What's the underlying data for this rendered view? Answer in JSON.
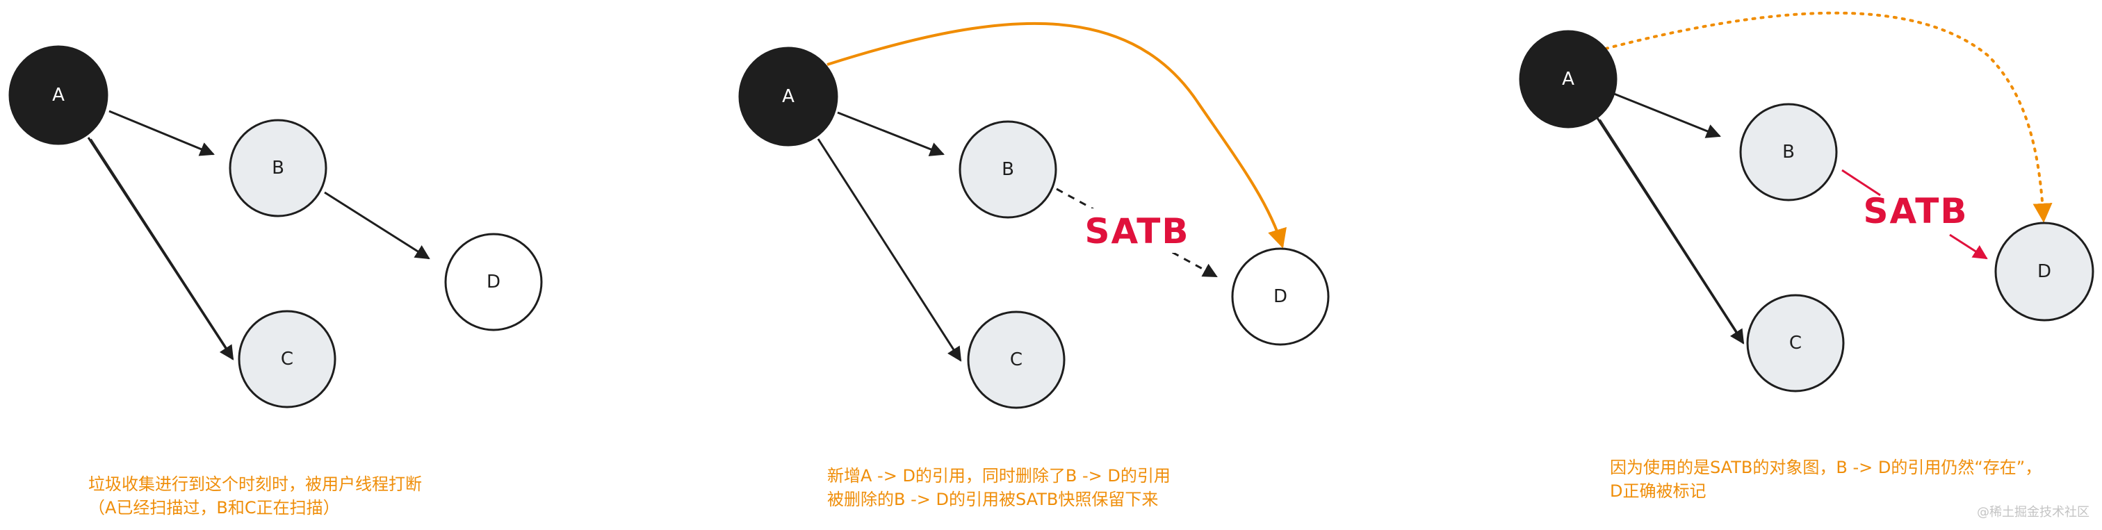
{
  "colors": {
    "black_node": "#1e1e1e",
    "gray_node": "#e9ecef",
    "white_node": "#ffffff",
    "stroke": "#1e1e1e",
    "orange": "#f08c00",
    "red": "#e0113c",
    "caption": "#ef8e0a",
    "watermark": "#c4c4c4"
  },
  "panels": [
    {
      "nodes": {
        "a": "A",
        "b": "B",
        "c": "C",
        "d": "D"
      },
      "caption_lines": [
        "垃圾收集进行到这个时刻时，被用户线程打断",
        "（A已经扫描过，B和C正在扫描）"
      ]
    },
    {
      "nodes": {
        "a": "A",
        "b": "B",
        "c": "C",
        "d": "D"
      },
      "satb_label": "SATB",
      "caption_lines": [
        "新增A -> D的引用，同时删除了B -> D的引用",
        "被删除的B -> D的引用被SATB快照保留下来"
      ]
    },
    {
      "nodes": {
        "a": "A",
        "b": "B",
        "c": "C",
        "d": "D"
      },
      "satb_label": "SATB",
      "caption_lines": [
        "因为使用的是SATB的对象图，B -> D的引用仍然“存在”，",
        "D正确被标记"
      ]
    }
  ],
  "watermark": "@稀土掘金技术社区"
}
